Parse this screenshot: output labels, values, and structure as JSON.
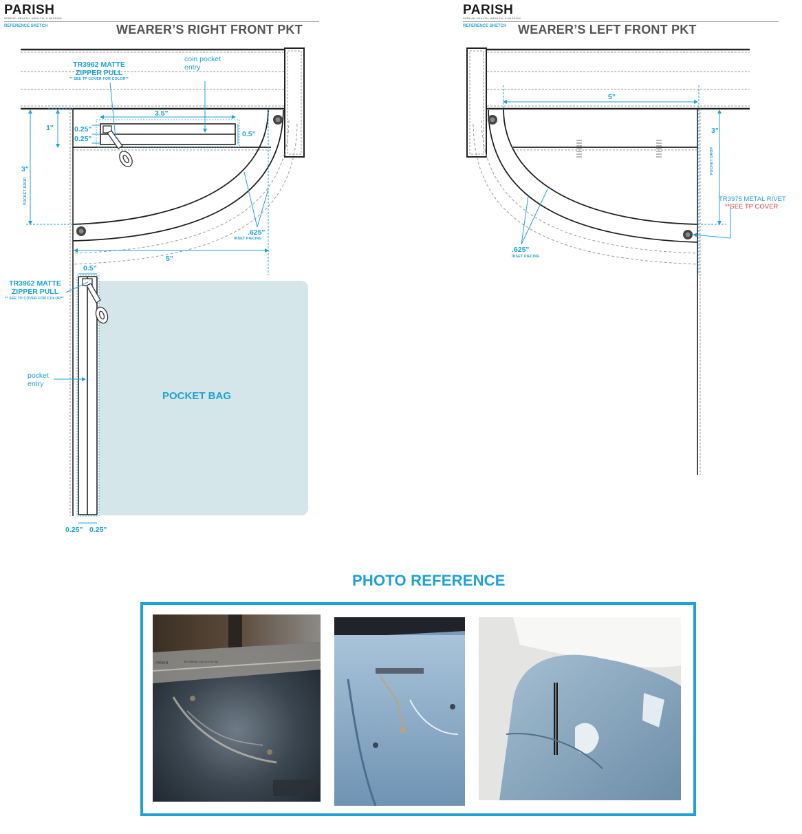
{
  "left_panel": {
    "brand": "PARISH",
    "tagline": "SPREAD HEALTH, WEALTH, & WISDOM",
    "reference": "REFERENCE SKETCH",
    "title": "WEARER’S RIGHT FRONT PKT",
    "callouts": {
      "zipper_pull_1": "TR3962 MATTE\nZIPPER PULL",
      "zipper_pull_1_note": "** SEE TP COVER FOR COLOR**",
      "coin_entry": "coin pocket\nentry",
      "zipper_pull_2": "TR3962 MATTE\nZIPPER PULL",
      "zipper_pull_2_note": "** SEE TP COVER FOR COLOR**",
      "pocket_entry": "pocket\nentry",
      "inset_piecing": ".625\"",
      "inset_piecing_note": "INSET PIECING",
      "pocket_drop": "POCKET DROP",
      "pocket_bag": "POCKET BAG"
    },
    "dimensions": {
      "coin_width": "3.5\"",
      "drop_1": "1\"",
      "stripe_a": "0.25\"",
      "stripe_b": "0.25\"",
      "coin_height": "0.5\"",
      "drop_3": "3\"",
      "width_5": "5\"",
      "zip_width": "0.5\"",
      "bottom_a": "0.25\"",
      "bottom_b": "0.25\""
    }
  },
  "right_panel": {
    "brand": "PARISH",
    "tagline": "SPREAD HEALTH, WEALTH, & WISDOM",
    "reference": "REFERENCE SKETCH",
    "title": "WEARER’S LEFT FRONT PKT",
    "dimensions": {
      "width_5": "5\"",
      "drop_3": "3\""
    },
    "callouts": {
      "pocket_drop": "POCKET DROP",
      "rivet": "TR3975 METAL RIVET",
      "rivet_note": "**SEE TP COVER",
      "inset_piecing": ".625\"",
      "inset_piecing_note": "INSET PIECING"
    }
  },
  "photo_section": {
    "title": "PHOTO REFERENCE",
    "photo1_waistband_text": "PARISH",
    "photo1_label_text": "Re THREAD COLLECTIVE INC"
  },
  "colors": {
    "accent": "#1ea1d6",
    "pocket_bag": "#d5e6ea",
    "warning": "#e03a3a"
  }
}
